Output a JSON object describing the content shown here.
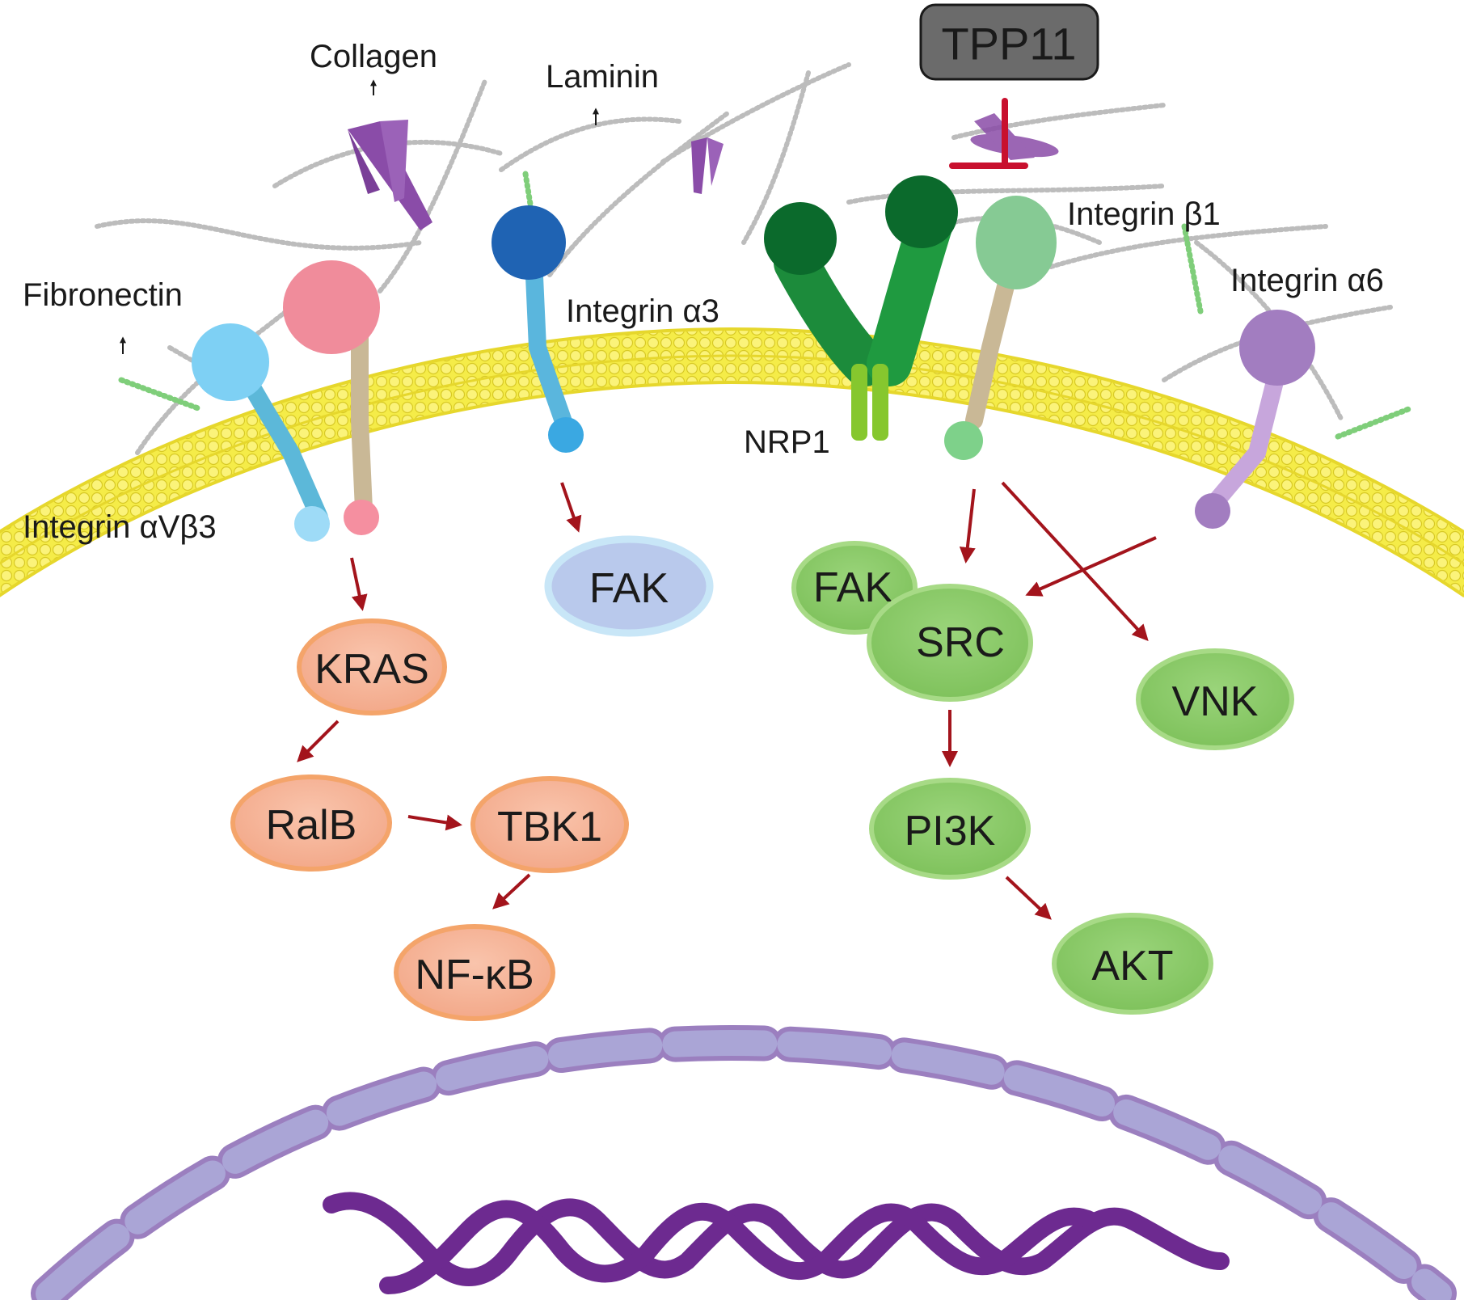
{
  "labels": {
    "collagen": "Collagen",
    "laminin": "Laminin",
    "fibronectin": "Fibronectin",
    "tpp11": "TPP11",
    "integrin_b1": "Integrin β1",
    "integrin_a6": "Integrin α6",
    "integrin_a3": "Integrin α3",
    "nrp1": "NRP1",
    "integrin_avb3": "Integrin αVβ3"
  },
  "nodes": {
    "kras": "KRAS",
    "ralb": "RalB",
    "tbk1": "TBK1",
    "nfkb": "NF-κB",
    "fak_a3": "FAK",
    "fak_b1": "FAK",
    "src": "SRC",
    "pi3k": "PI3K",
    "akt": "AKT",
    "vnk": "VNK"
  },
  "colors": {
    "arrow": "#a3141c",
    "inhibitor": "#c8102e",
    "membrane": "#f3ea3b",
    "orange_fill": "#f7b49a",
    "orange_stroke": "#f4a46a",
    "green_fill": "#8ccd6a",
    "green_stroke": "#a7da86",
    "fak_fill": "#b9c9ec",
    "fak_stroke": "#c8e6f7",
    "nucleus": "#a99ed2",
    "nucleus_stroke": "#9b7fbf",
    "dna": "#6d2a90",
    "tpp11_box": "#6b6b6b"
  }
}
